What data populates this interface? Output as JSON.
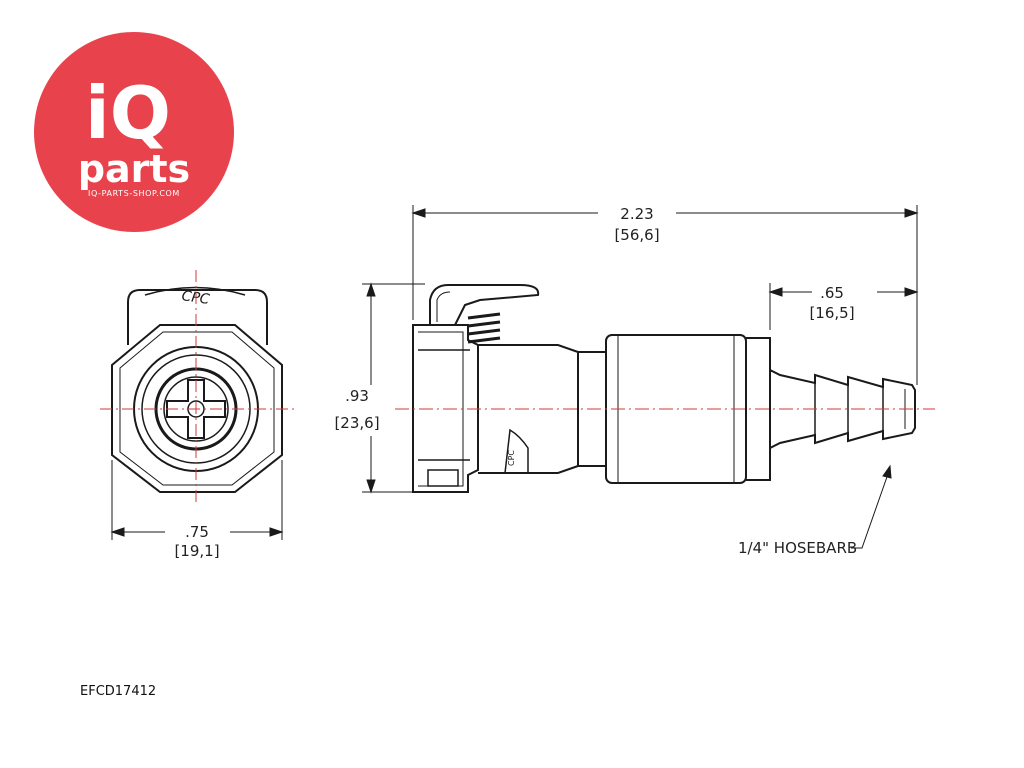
{
  "logo": {
    "brand_top": "iQ",
    "brand_bottom": "parts",
    "site": "IQ-PARTS-SHOP.COM",
    "color": "#e8434c"
  },
  "front_view": {
    "width_in": ".75",
    "width_mm": "[19,1]"
  },
  "side_view": {
    "length_in": "2.23",
    "length_mm": "[56,6]",
    "height_in": ".93",
    "height_mm": "[23,6]",
    "barb_len_in": ".65",
    "barb_len_mm": "[16,5]",
    "callout": "1/4\" HOSEBARB"
  },
  "part_code": "EFCD17412",
  "colors": {
    "line": "#1a1a1a",
    "centerline": "#d23a3a"
  }
}
